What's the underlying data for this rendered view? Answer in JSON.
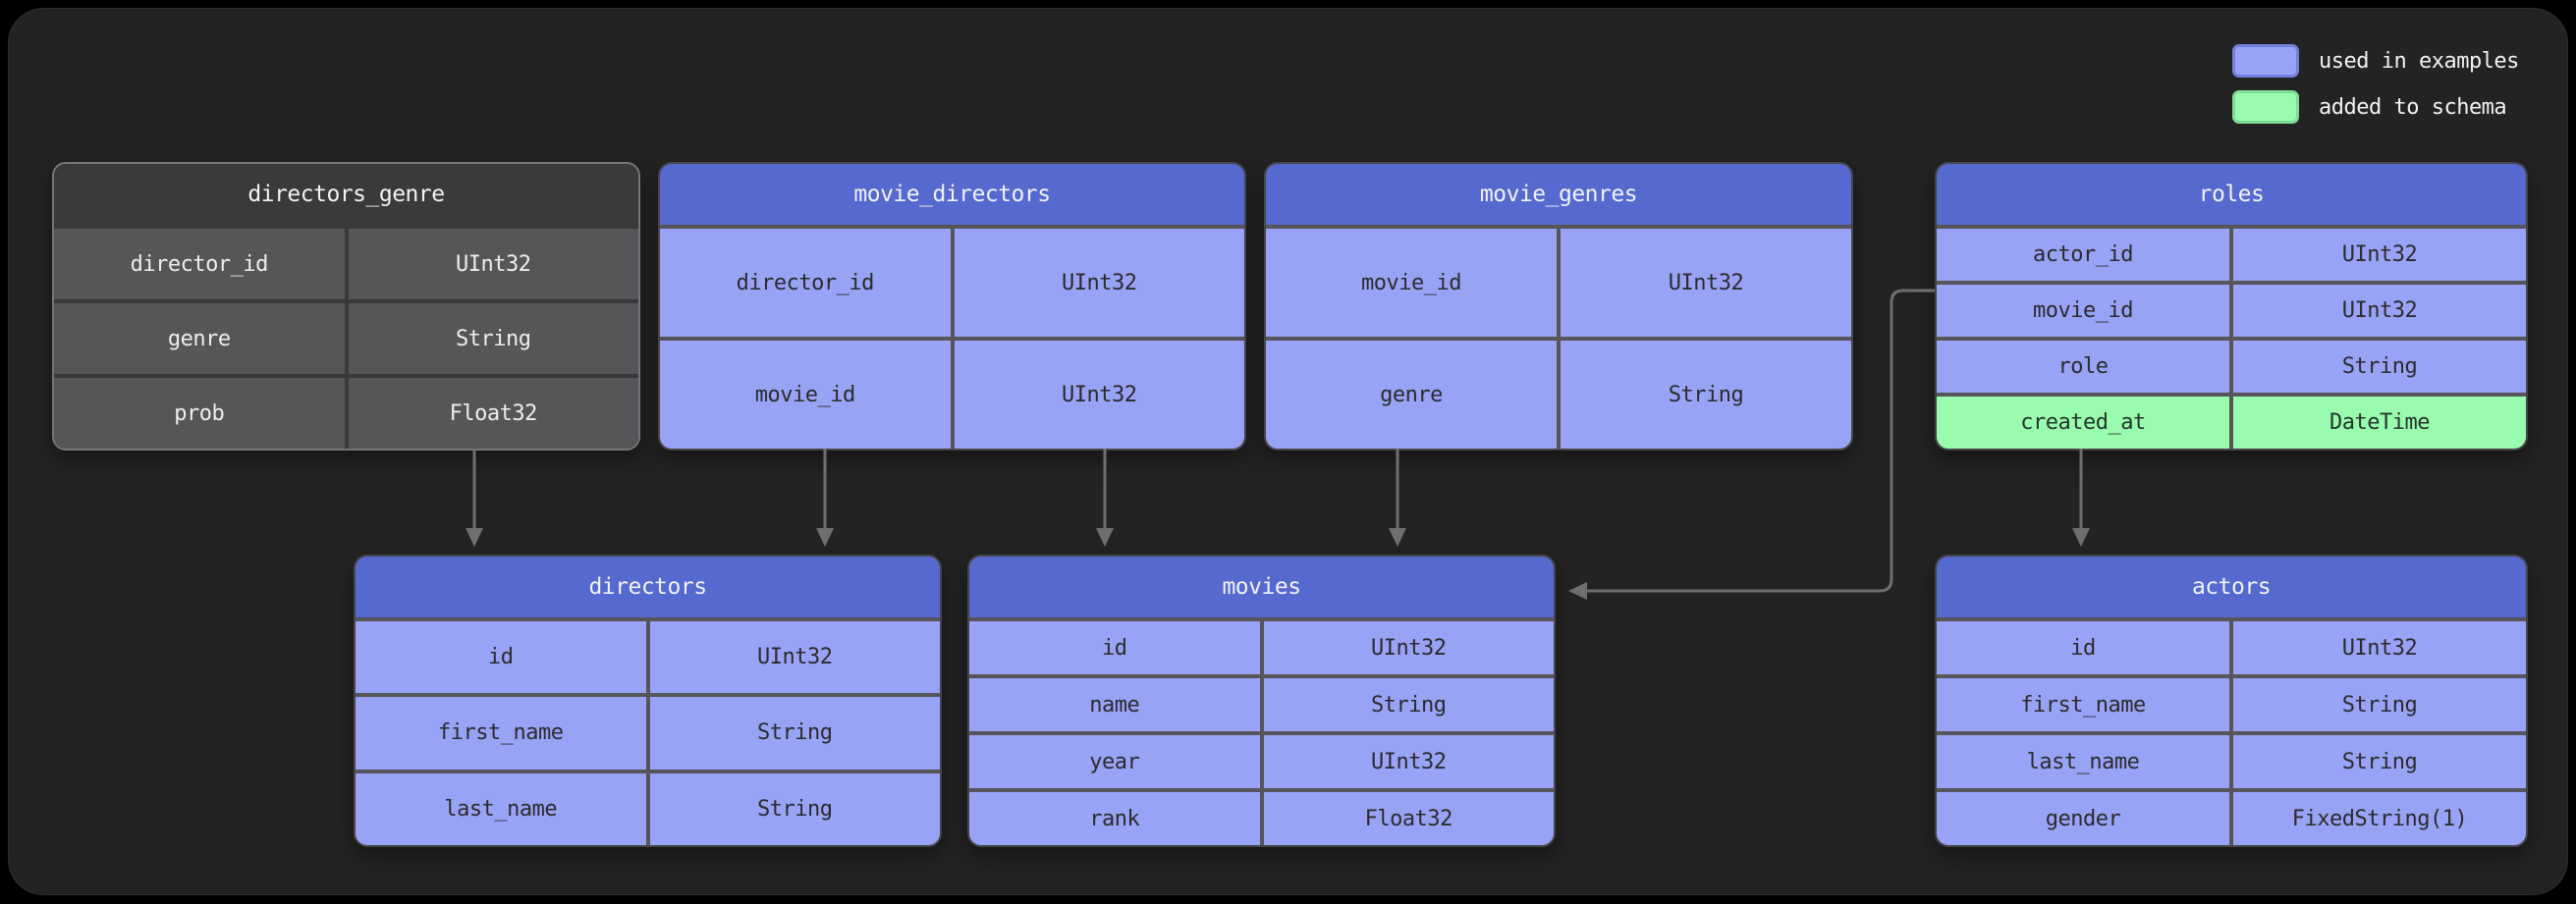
{
  "canvas": {
    "background": "#000000",
    "card_background": "#232323"
  },
  "legend": {
    "items": [
      {
        "label": "used in examples",
        "swatch_color": "#98a3f5",
        "swatch_border": "#7380dd"
      },
      {
        "label": "added to schema",
        "swatch_color": "#98fbae",
        "swatch_border": "#7fdf96"
      }
    ]
  },
  "colors": {
    "used_in_examples_fill": "#98a3f5",
    "added_to_schema_fill": "#98fbae",
    "examples_header": "#5669cf",
    "muted_header": "#3a3a3a",
    "muted_body": "#565659",
    "arrow": "#6f6f6f"
  },
  "tables": [
    {
      "name": "directors_genre",
      "variant": "muted",
      "fields": [
        {
          "name": "director_id",
          "type": "UInt32"
        },
        {
          "name": "genre",
          "type": "String"
        },
        {
          "name": "prob",
          "type": "Float32"
        }
      ]
    },
    {
      "name": "movie_directors",
      "variant": "examples",
      "fields": [
        {
          "name": "director_id",
          "type": "UInt32"
        },
        {
          "name": "movie_id",
          "type": "UInt32"
        }
      ]
    },
    {
      "name": "movie_genres",
      "variant": "examples",
      "fields": [
        {
          "name": "movie_id",
          "type": "UInt32"
        },
        {
          "name": "genre",
          "type": "String"
        }
      ]
    },
    {
      "name": "roles",
      "variant": "examples",
      "fields": [
        {
          "name": "actor_id",
          "type": "UInt32"
        },
        {
          "name": "movie_id",
          "type": "UInt32"
        },
        {
          "name": "role",
          "type": "String"
        },
        {
          "name": "created_at",
          "type": "DateTime",
          "highlight": "added"
        }
      ]
    },
    {
      "name": "directors",
      "variant": "examples",
      "fields": [
        {
          "name": "id",
          "type": "UInt32"
        },
        {
          "name": "first_name",
          "type": "String"
        },
        {
          "name": "last_name",
          "type": "String"
        }
      ]
    },
    {
      "name": "movies",
      "variant": "examples",
      "fields": [
        {
          "name": "id",
          "type": "UInt32"
        },
        {
          "name": "name",
          "type": "String"
        },
        {
          "name": "year",
          "type": "UInt32"
        },
        {
          "name": "rank",
          "type": "Float32"
        }
      ]
    },
    {
      "name": "actors",
      "variant": "examples",
      "fields": [
        {
          "name": "id",
          "type": "UInt32"
        },
        {
          "name": "first_name",
          "type": "String"
        },
        {
          "name": "last_name",
          "type": "String"
        },
        {
          "name": "gender",
          "type": "FixedString(1)"
        }
      ]
    }
  ],
  "relationships": [
    {
      "from": "directors_genre",
      "to": "directors"
    },
    {
      "from": "movie_directors",
      "to": "directors"
    },
    {
      "from": "movie_directors",
      "to": "movies"
    },
    {
      "from": "movie_genres",
      "to": "movies"
    },
    {
      "from": "roles",
      "to": "movies"
    },
    {
      "from": "roles",
      "to": "actors"
    }
  ]
}
